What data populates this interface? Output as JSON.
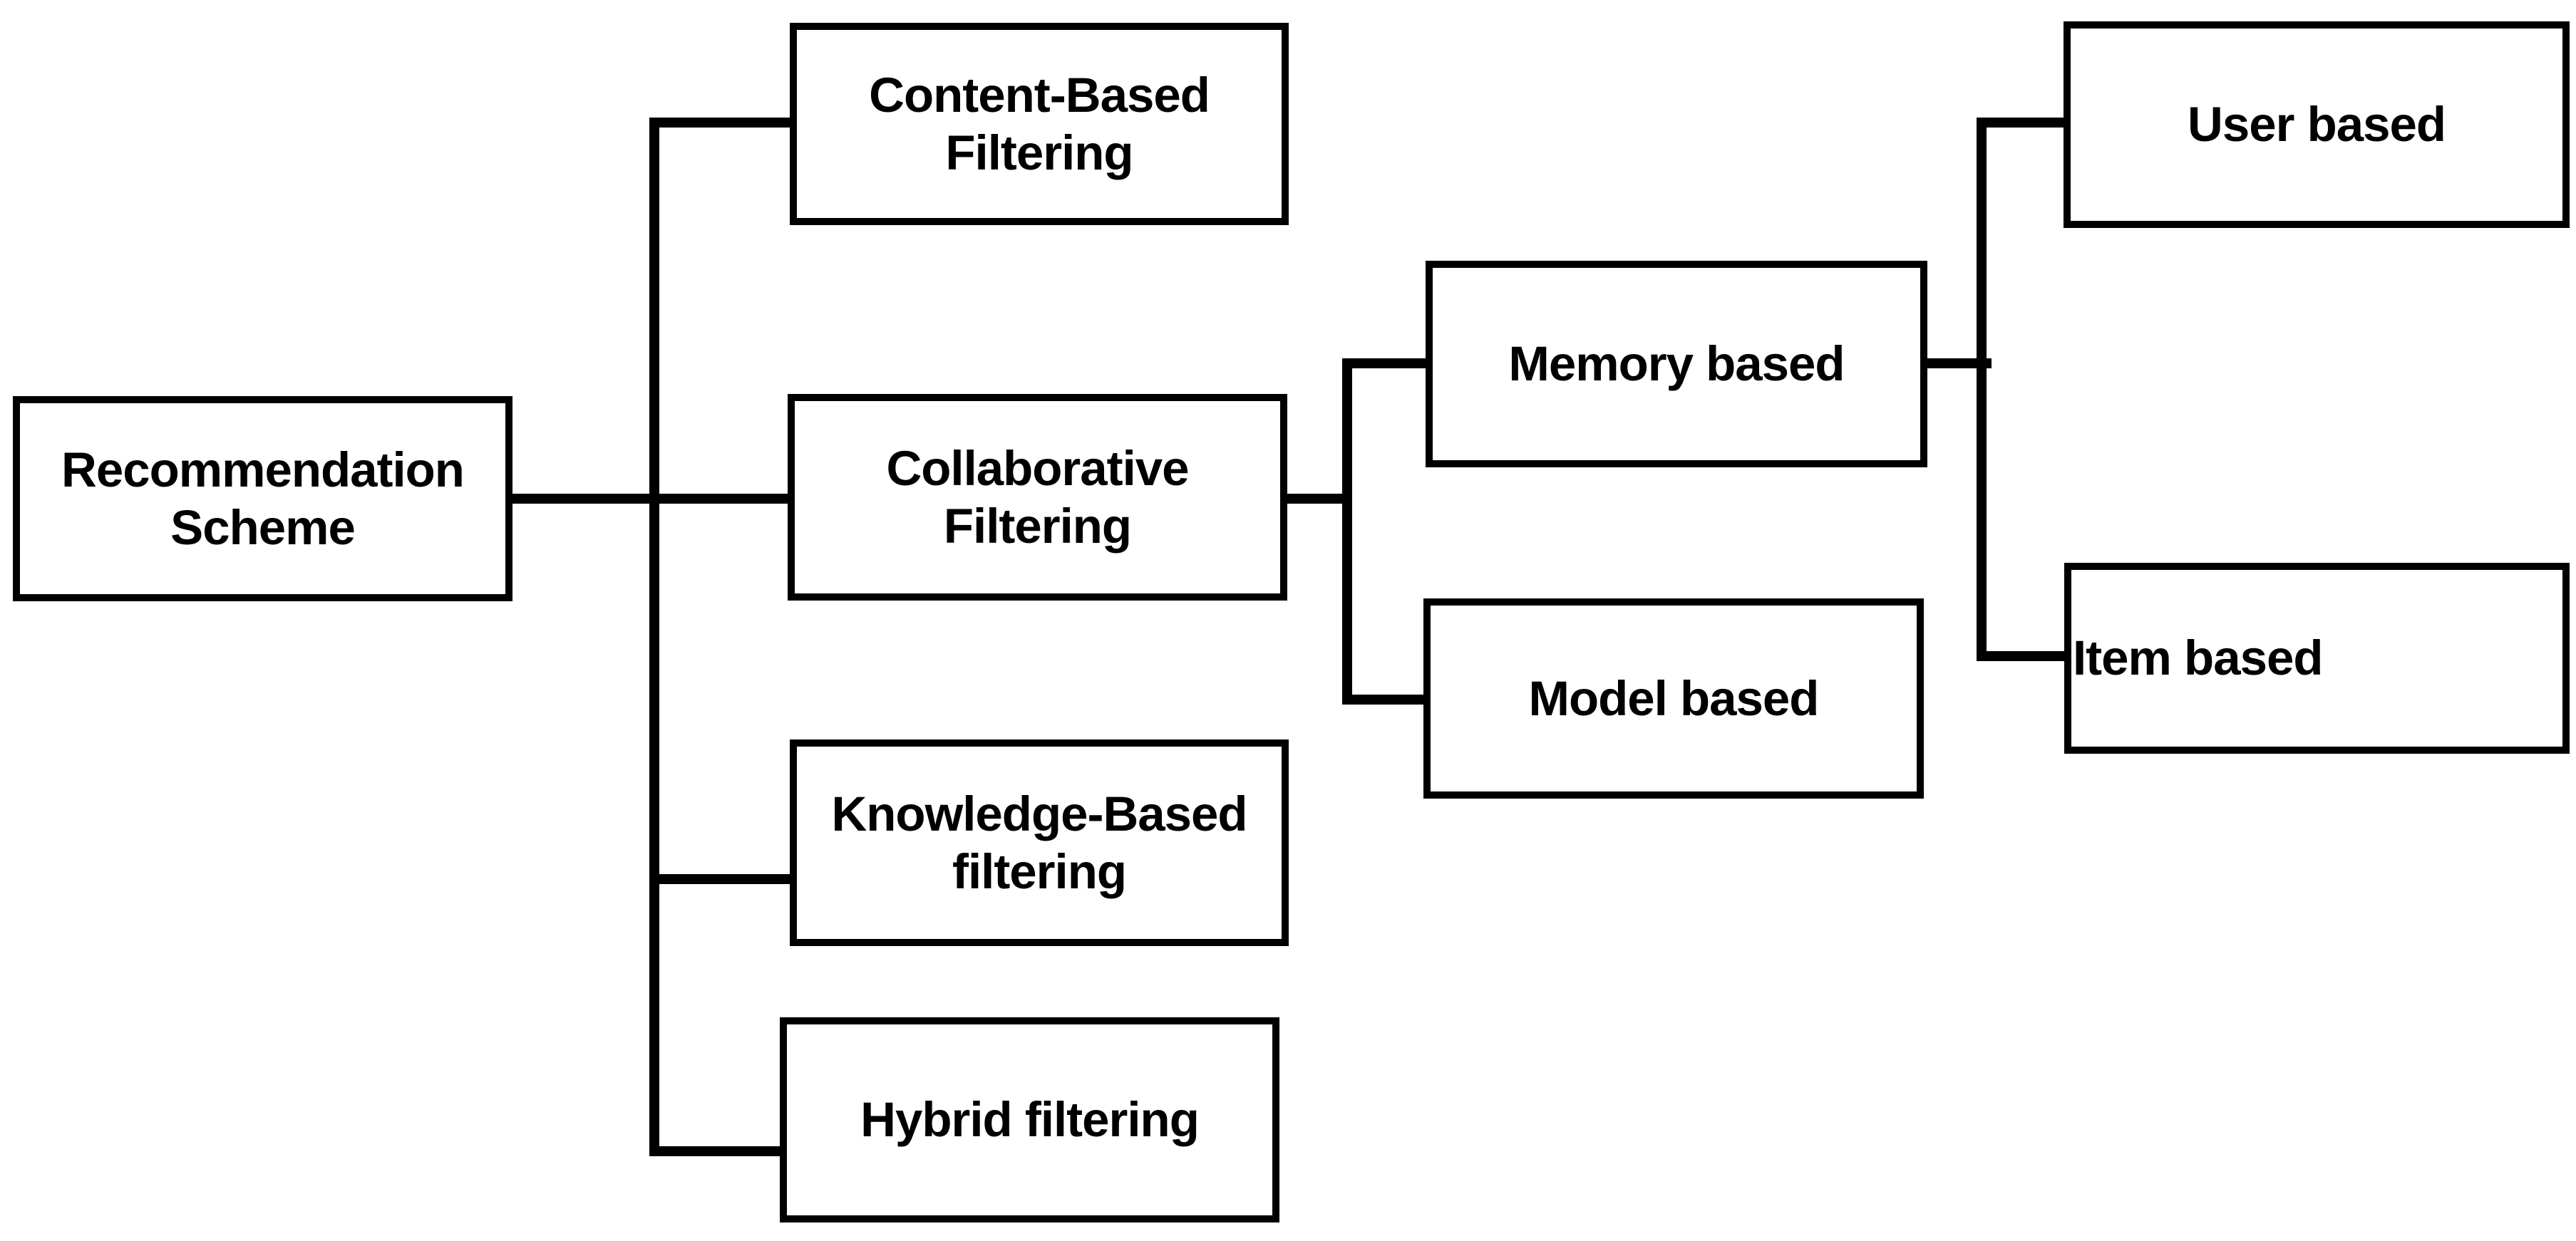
{
  "colors": {
    "background": "#ffffff",
    "line": "#000000",
    "text": "#000000",
    "node_fill": "#ffffff"
  },
  "nodes": {
    "root": {
      "id": "root",
      "label": "Recommendation Scheme"
    },
    "content": {
      "id": "content",
      "label": "Content-Based Filtering"
    },
    "collaborative": {
      "id": "collaborative",
      "label": "Collaborative Filtering"
    },
    "knowledge": {
      "id": "knowledge",
      "label": "Knowledge-Based filtering"
    },
    "hybrid": {
      "id": "hybrid",
      "label": "Hybrid filtering"
    },
    "memory": {
      "id": "memory",
      "label": "Memory based"
    },
    "model": {
      "id": "model",
      "label": "Model based"
    },
    "user": {
      "id": "user",
      "label": "User based"
    },
    "item": {
      "id": "item",
      "label": "Item based"
    }
  },
  "edges": [
    {
      "from": "root",
      "to": "content"
    },
    {
      "from": "root",
      "to": "collaborative"
    },
    {
      "from": "root",
      "to": "knowledge"
    },
    {
      "from": "root",
      "to": "hybrid"
    },
    {
      "from": "collaborative",
      "to": "memory"
    },
    {
      "from": "collaborative",
      "to": "model"
    },
    {
      "from": "memory",
      "to": "user"
    },
    {
      "from": "memory",
      "to": "item"
    }
  ]
}
